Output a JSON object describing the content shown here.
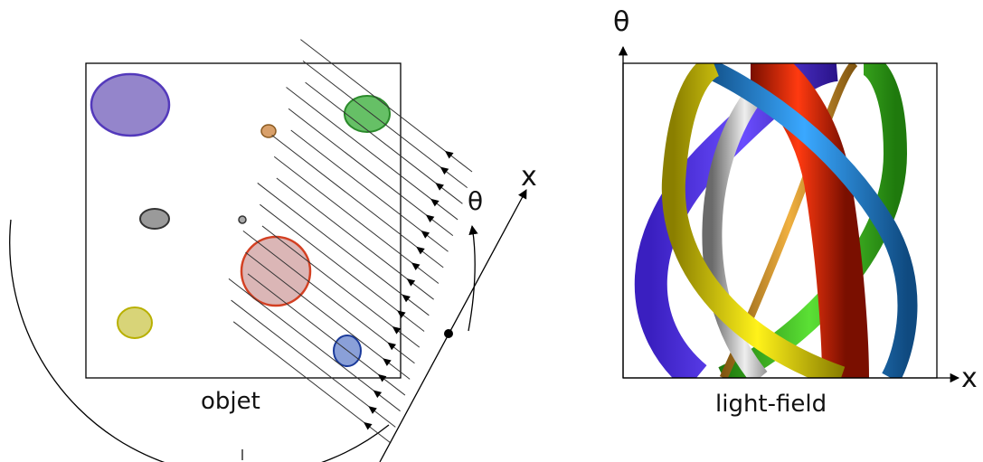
{
  "left_panel": {
    "caption": "objet",
    "axis_label_x": "x",
    "axis_label_theta": "θ",
    "objects": [
      {
        "name": "purple-ellipse",
        "fill": "#8f7fc9",
        "stroke": "#4a2fb8"
      },
      {
        "name": "green-ellipse",
        "fill": "#66c066",
        "stroke": "#2a8a2a"
      },
      {
        "name": "orange-ellipse",
        "fill": "#d9a06a",
        "stroke": "#8a5a20"
      },
      {
        "name": "gray-ellipse",
        "fill": "#9a9a9a",
        "stroke": "#333333"
      },
      {
        "name": "small-dot",
        "fill": "#aaaaaa",
        "stroke": "#333333"
      },
      {
        "name": "pink-ellipse",
        "fill": "#d9b0b0",
        "stroke": "#d03010"
      },
      {
        "name": "yellow-ellipse",
        "fill": "#d8d478",
        "stroke": "#b8b000"
      },
      {
        "name": "blue-ellipse",
        "fill": "#8aa0d8",
        "stroke": "#1a3a9a"
      }
    ]
  },
  "right_panel": {
    "caption": "light-field",
    "axis_label_x": "x",
    "axis_label_theta": "θ",
    "ribbons": [
      {
        "name": "purple-ribbon",
        "color": "#5533e6",
        "dark": "#2a138a"
      },
      {
        "name": "green-ribbon",
        "color": "#44cc22",
        "dark": "#1f7a0d"
      },
      {
        "name": "orange-ribbon",
        "color": "#d99a22",
        "dark": "#805510"
      },
      {
        "name": "gray-ribbon",
        "color": "#c8c8c8",
        "dark": "#6a6a6a"
      },
      {
        "name": "red-ribbon",
        "color": "#ee2a0a",
        "dark": "#7a0f00"
      },
      {
        "name": "blue-ribbon",
        "color": "#2a8fe0",
        "dark": "#0f4a80"
      },
      {
        "name": "yellow-ribbon",
        "color": "#f2e20a",
        "dark": "#8a7f00"
      }
    ]
  }
}
